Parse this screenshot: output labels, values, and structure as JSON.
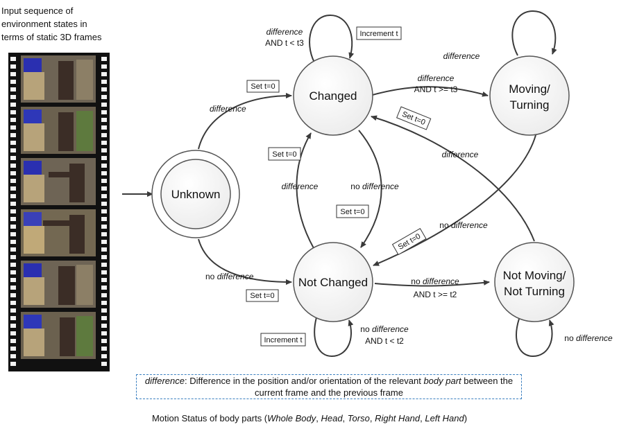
{
  "film_caption": {
    "line1": "Input sequence of",
    "line2": "environment states in",
    "line3": "terms of static 3D frames"
  },
  "states": {
    "unknown": "Unknown",
    "changed": "Changed",
    "not_changed": "Not Changed",
    "moving_line1": "Moving/",
    "moving_line2": "Turning",
    "not_moving_line1": "Not Moving/",
    "not_moving_line2": "Not Turning"
  },
  "transitions": {
    "difference": "difference",
    "no": "no",
    "and_t_lt_t3": "AND t < t3",
    "and_t_ge_t3": "AND t >= t3",
    "and_t_ge_t2": "AND t >= t2",
    "and_t_lt_t2": "AND t < t2"
  },
  "actions": {
    "set_t0": "Set t=0",
    "increment_t": "Increment t"
  },
  "legend": {
    "term": "difference",
    "text1": ": Difference in the position and/or orientation of the relevant ",
    "term2": "body part",
    "text2": " between the current frame and the previous frame"
  },
  "caption": {
    "prefix": "Motion Status of body parts (",
    "p1": "Whole Body",
    "p2": "Head",
    "p3": "Torso",
    "p4": "Right Hand",
    "p5": "Left Hand",
    "sep": ", ",
    "suffix": ")"
  }
}
